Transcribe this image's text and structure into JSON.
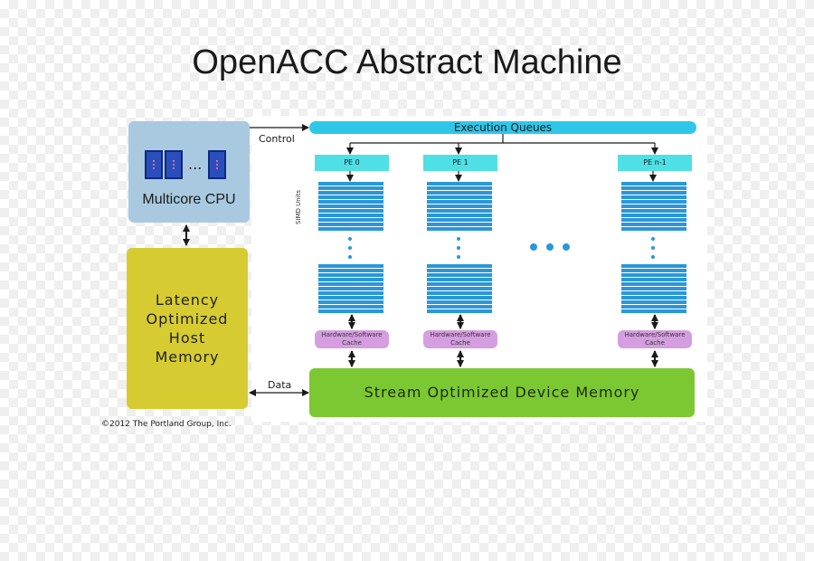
{
  "title": "OpenACC Abstract Machine",
  "cpu": {
    "label": "Multicore CPU",
    "ellipsis": "..."
  },
  "host_memory": {
    "label": "Latency Optimized Host Memory"
  },
  "control_label": "Control",
  "data_label": "Data",
  "execution_queues": "Execution Queues",
  "simd_units_label": "SIMD Units",
  "pes": [
    {
      "label": "PE 0",
      "cache": "Hardware/Software Cache"
    },
    {
      "label": "PE 1",
      "cache": "Hardware/Software Cache"
    },
    {
      "label": "PE n-1",
      "cache": "Hardware/Software Cache"
    }
  ],
  "device_memory": "Stream Optimized Device Memory",
  "copyright": "©2012 The Portland Group, Inc.",
  "colors": {
    "cpu": "#a9c9e0",
    "host_memory": "#d6cc32",
    "queues": "#2ec7ea",
    "pe": "#4ee0e4",
    "simd": "#2a97d8",
    "cache": "#d59ee0",
    "device_memory": "#7bc832"
  }
}
